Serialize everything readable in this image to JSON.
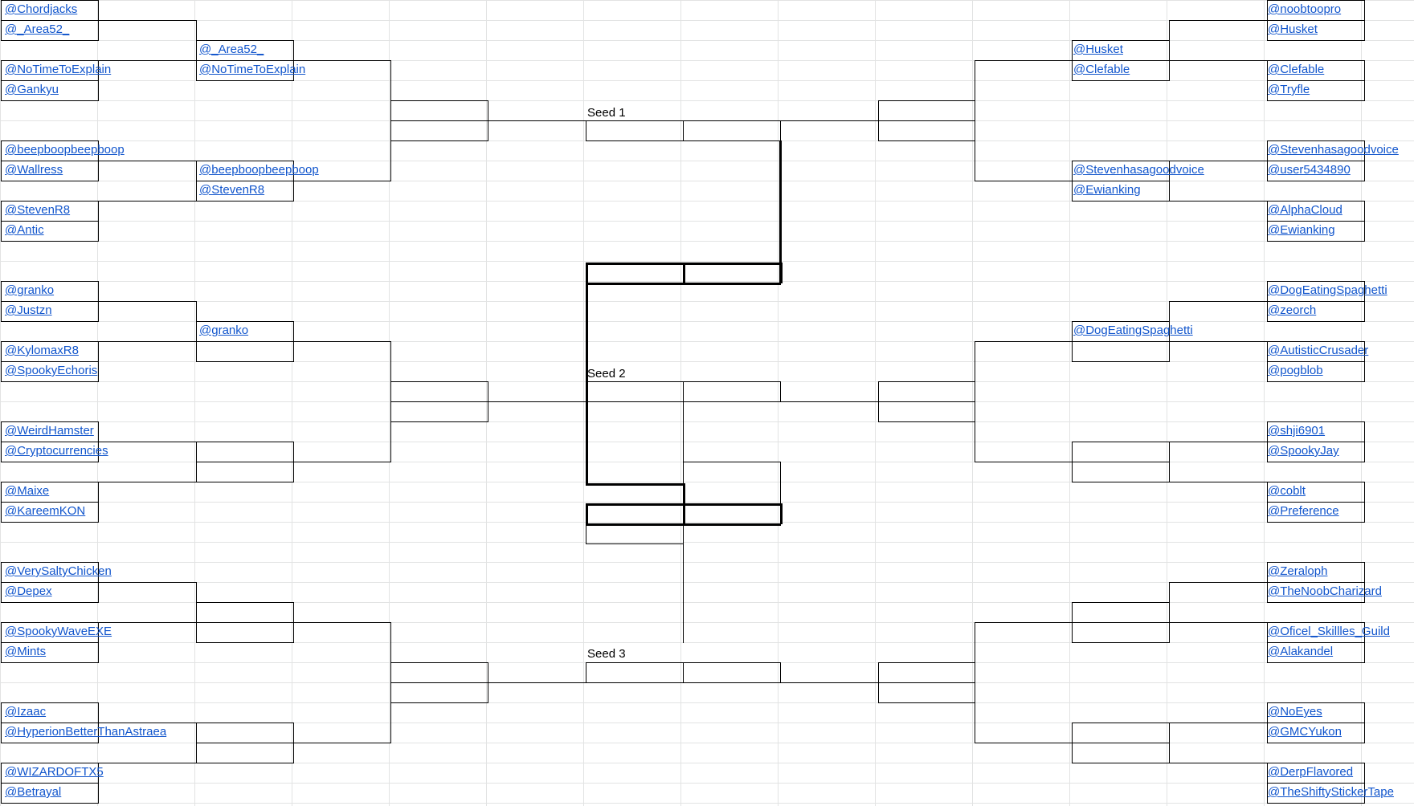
{
  "bracket": {
    "left_round1": [
      "@Chordjacks",
      "@_Area52_",
      "@NoTimeToExplain",
      "@Gankyu",
      "@beepboopbeepboop",
      "@Wallress",
      "@StevenR8",
      "@Antic",
      "@granko",
      "@Justzn",
      "@KylomaxR8",
      "@SpookyEchoris",
      "@WeirdHamster",
      "@Cryptocurrencies",
      "@Maixe",
      "@KareemKON",
      "@VerySaltyChicken",
      "@Depex",
      "@SpookyWaveEXE",
      "@Mints",
      "@Izaac",
      "@HyperionBetterThanAstraea",
      "@WIZARDOFTX5",
      "@Betrayal"
    ],
    "left_round2": [
      "@_Area52_",
      "@NoTimeToExplain",
      "@beepboopbeepboop",
      "@StevenR8",
      "@granko"
    ],
    "right_round1": [
      "@noobtoopro",
      "@Husket",
      "@Clefable",
      "@Tryfle",
      "@Stevenhasagoodvoice",
      "@user5434890",
      "@AlphaCloud",
      "@Ewianking",
      "@DogEatingSpaghetti",
      "@zeorch",
      "@AutisticCrusader",
      "@pogblob",
      "@shji6901",
      "@SpookyJay",
      "@coblt",
      "@Preference",
      "@Zeraloph",
      "@TheNoobCharizard",
      "@Oficel_Skillles_Guild",
      "@Alakandel",
      "@NoEyes",
      "@GMCYukon",
      "@DerpFlavored",
      "@TheShiftyStickerTape"
    ],
    "right_round2": [
      "@Husket",
      "@Clefable",
      "@Stevenhasagoodvoice",
      "@Ewianking",
      "@DogEatingSpaghetti"
    ],
    "seeds": [
      "Seed 1",
      "Seed 2",
      "Seed 3"
    ]
  }
}
